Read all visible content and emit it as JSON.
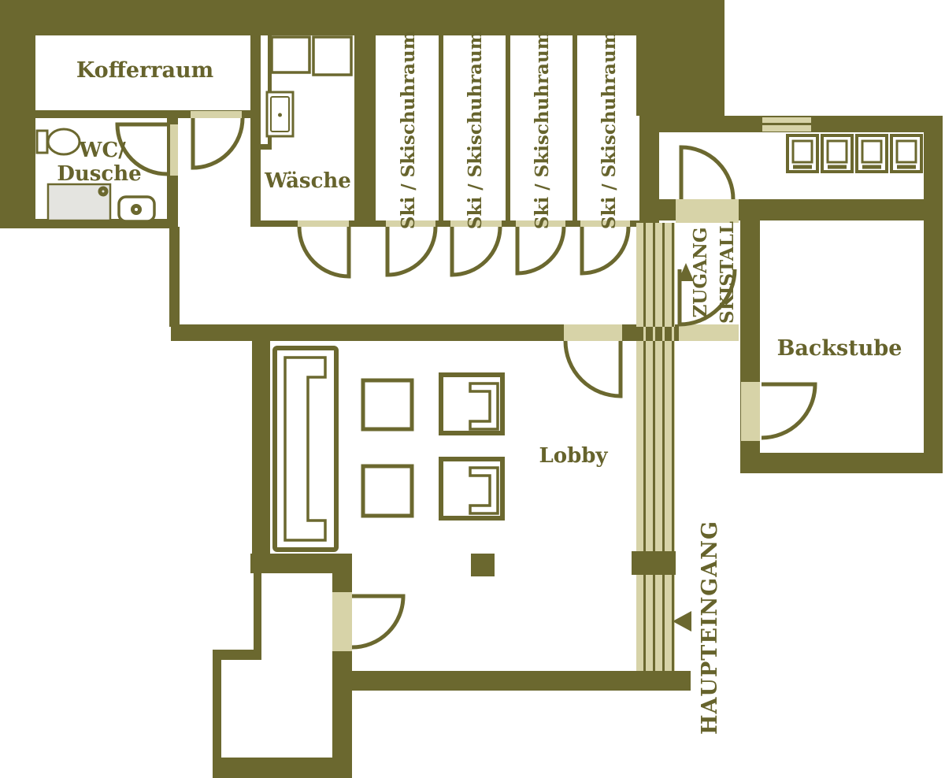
{
  "colors": {
    "wall": "#6b682f",
    "opening": "#d7d3a8",
    "floor": "#ffffff",
    "shower": "#e4e4e0",
    "label": "#66632c"
  },
  "rooms": {
    "kofferraum": {
      "label": "Kofferraum"
    },
    "wc_dusche": {
      "label_line1": "WC/",
      "label_line2": "Dusche"
    },
    "waesche": {
      "label": "Wäsche"
    },
    "ski": {
      "label": "Ski / Skischuhraum",
      "count": 4
    },
    "lobby": {
      "label": "Lobby"
    },
    "backstube": {
      "label": "Backstube"
    }
  },
  "annotations": {
    "zugang": {
      "line1": "ZUGANG",
      "line2": "SKISTALL"
    },
    "haupteingang": {
      "label": "HAUPTEINGANG"
    }
  }
}
